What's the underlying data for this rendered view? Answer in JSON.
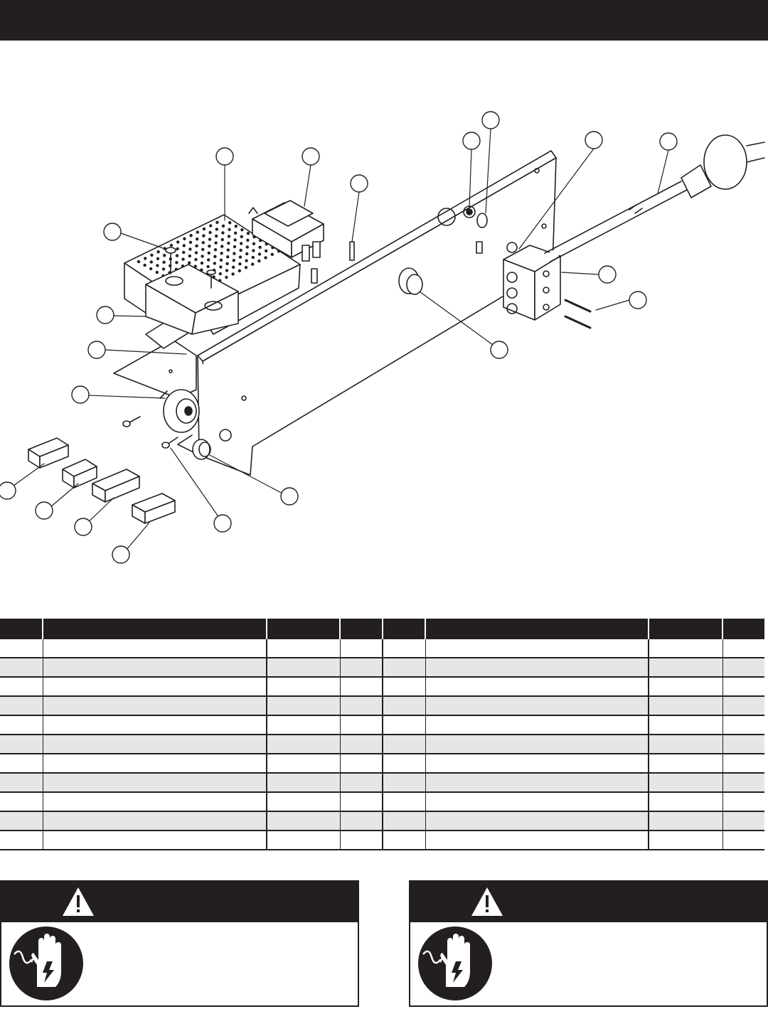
{
  "header": {
    "title": ""
  },
  "diagram": {
    "callouts": [
      {
        "id": "c1"
      },
      {
        "id": "c2"
      },
      {
        "id": "c3"
      },
      {
        "id": "c4"
      },
      {
        "id": "c5"
      },
      {
        "id": "c6"
      },
      {
        "id": "c7"
      },
      {
        "id": "c8"
      },
      {
        "id": "c9"
      },
      {
        "id": "c10"
      },
      {
        "id": "c11"
      },
      {
        "id": "c12"
      },
      {
        "id": "c13"
      },
      {
        "id": "c14"
      },
      {
        "id": "c15"
      },
      {
        "id": "c16"
      },
      {
        "id": "c17"
      },
      {
        "id": "c18"
      },
      {
        "id": "c19"
      },
      {
        "id": "c20"
      },
      {
        "id": "c21"
      }
    ]
  },
  "parts_table": {
    "columns": [
      "",
      "",
      "",
      "",
      "",
      "",
      "",
      ""
    ],
    "rows": [
      [
        "",
        "",
        "",
        "",
        "",
        "",
        "",
        ""
      ],
      [
        "",
        "",
        "",
        "",
        "",
        "",
        "",
        ""
      ],
      [
        "",
        "",
        "",
        "",
        "",
        "",
        "",
        ""
      ],
      [
        "",
        "",
        "",
        "",
        "",
        "",
        "",
        ""
      ],
      [
        "",
        "",
        "",
        "",
        "",
        "",
        "",
        ""
      ],
      [
        "",
        "",
        "",
        "",
        "",
        "",
        "",
        ""
      ],
      [
        "",
        "",
        "",
        "",
        "",
        "",
        "",
        ""
      ],
      [
        "",
        "",
        "",
        "",
        "",
        "",
        "",
        ""
      ],
      [
        "",
        "",
        "",
        "",
        "",
        "",
        "",
        ""
      ],
      [
        "",
        "",
        "",
        "",
        "",
        "",
        "",
        ""
      ],
      [
        "",
        "",
        "",
        "",
        "",
        "",
        "",
        ""
      ]
    ]
  },
  "warnings": [
    {
      "heading": "",
      "icon": "electrical-shock-hand-icon",
      "symbol": "warning-triangle-icon"
    },
    {
      "heading": "",
      "icon": "electrical-shock-hand-icon",
      "symbol": "warning-triangle-icon"
    }
  ],
  "colors": {
    "dark": "#231f20",
    "stripe": "#e6e6e7"
  }
}
